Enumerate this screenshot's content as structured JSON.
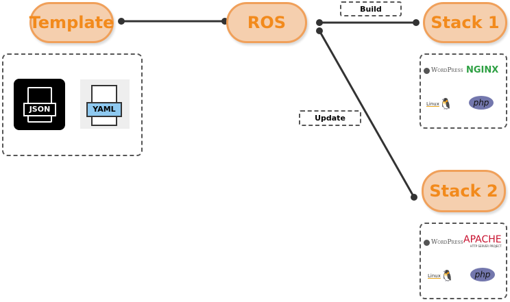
{
  "nodes": {
    "template": "Template",
    "ros": "ROS",
    "stack1": "Stack 1",
    "stack2": "Stack 2"
  },
  "edges": {
    "build": "Build",
    "update": "Update"
  },
  "template_formats": {
    "json": "JSON",
    "yaml": "YAML"
  },
  "stack1_components": {
    "wordpress": "WordPress",
    "nginx": "NGINX",
    "linux": "Linux",
    "php": "php"
  },
  "stack2_components": {
    "wordpress": "WordPress",
    "apache": "APACHE",
    "apache_sub": "HTTP SERVER PROJECT",
    "linux": "Linux",
    "php": "php"
  },
  "colors": {
    "node_fill": "#f5cfae",
    "node_border": "#f0a05a",
    "node_text": "#f28a1c",
    "nginx": "#2ea043",
    "php": "#7377ad"
  }
}
